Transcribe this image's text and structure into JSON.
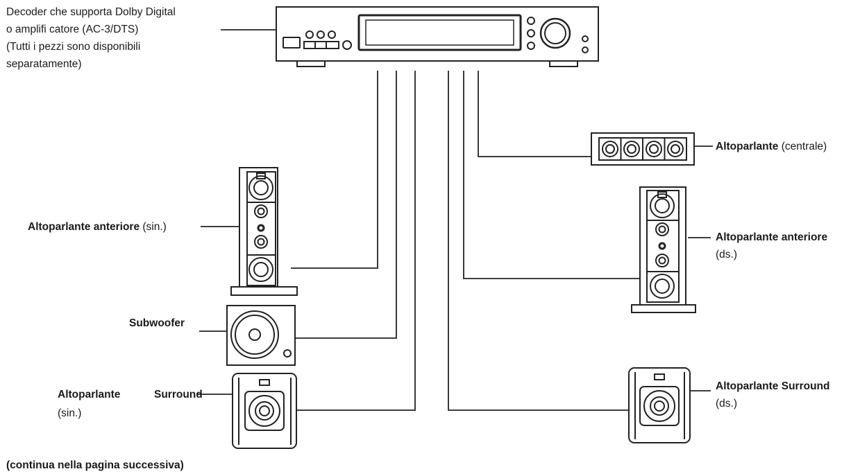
{
  "decoder": {
    "lines": [
      "Decoder che supporta Dolby Digital",
      "o amplifi catore (AC-3/DTS)",
      "(Tutti i pezzi sono disponibili",
      "separatamente)"
    ]
  },
  "speakers": {
    "center": {
      "name": "Altoparlante",
      "qualifier": "(centrale)"
    },
    "front_left": {
      "name": "Altoparlante anteriore",
      "qualifier": "(sin.)"
    },
    "front_right": {
      "name": "Altoparlante anteriore",
      "qualifier": "(ds.)"
    },
    "subwoofer": {
      "name": "Subwoofer"
    },
    "surround_left": {
      "name_part1": "Altoparlante",
      "name_part2": "Surround",
      "qualifier": "(sin.)"
    },
    "surround_right": {
      "name": "Altoparlante Surround",
      "qualifier": "(ds.)"
    }
  },
  "footer": {
    "continue_note": "(continua nella pagina successiva)"
  }
}
